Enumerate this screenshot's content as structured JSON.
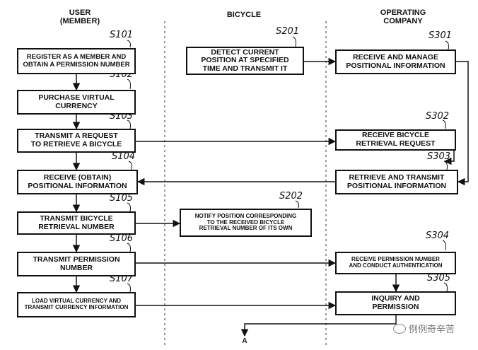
{
  "columns": {
    "user": "USER\n(MEMBER)",
    "bicycle": "BICYCLE",
    "company": "OPERATING\nCOMPANY"
  },
  "steps": {
    "S101": {
      "label": "S101",
      "text": "REGISTER AS A MEMBER AND\nOBTAIN A PERMISSION NUMBER"
    },
    "S102": {
      "label": "S102",
      "text": "PURCHASE VIRTUAL\nCURRENCY"
    },
    "S103": {
      "label": "S103",
      "text": "TRANSMIT A REQUEST\nTO RETRIEVE A BICYCLE"
    },
    "S104": {
      "label": "S104",
      "text": "RECEIVE (OBTAIN)\nPOSITIONAL INFORMATION"
    },
    "S105": {
      "label": "S105",
      "text": "TRANSMIT BICYCLE\nRETRIEVAL NUMBER"
    },
    "S106": {
      "label": "S106",
      "text": "TRANSMIT PERMISSION\nNUMBER"
    },
    "S107": {
      "label": "S107",
      "text": "LOAD VIRTUAL CURRENCY AND\nTRANSMIT CURRENCY INFORMATION"
    },
    "S201": {
      "label": "S201",
      "text": "DETECT CURRENT\nPOSITION AT SPECIFIED\nTIME AND TRANSMIT IT"
    },
    "S202": {
      "label": "S202",
      "text": "NOTIFY POSITION CORRESPONDING\nTO THE RECEIVED BICYCLE\nRETRIEVAL NUMBER OF ITS OWN"
    },
    "S301": {
      "label": "S301",
      "text": "RECEIVE AND MANAGE\nPOSITIONAL INFORMATION"
    },
    "S302": {
      "label": "S302",
      "text": "RECEIVE BICYCLE\nRETRIEVAL REQUEST"
    },
    "S303": {
      "label": "S303",
      "text": "RETRIEVE AND TRANSMIT\nPOSITIONAL INFORMATION"
    },
    "S304": {
      "label": "S304",
      "text": "RECEIVE PERMISSION NUMBER\nAND CONDUCT AUTHENTICATION"
    },
    "S305": {
      "label": "S305",
      "text": "INQUIRY AND\nPERMISSION"
    }
  },
  "connector": "A",
  "watermark": "例例奇辛苦"
}
